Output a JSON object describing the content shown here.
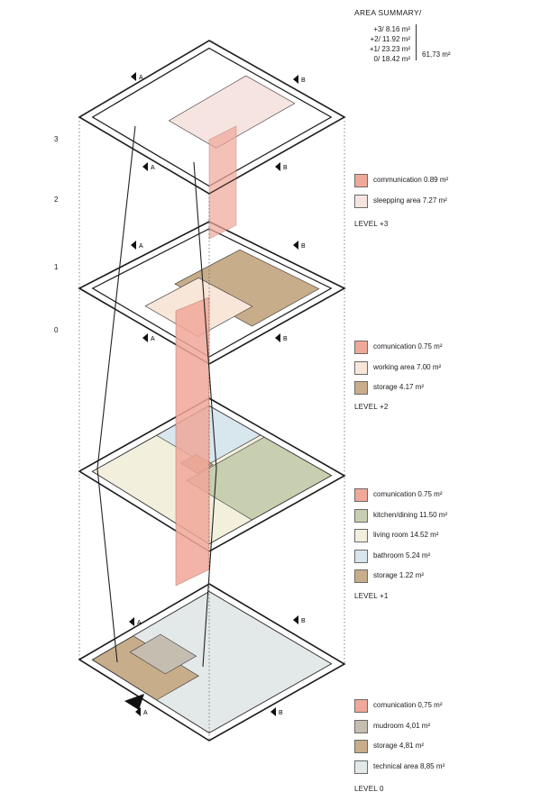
{
  "colors": {
    "communication": "#f0a89a",
    "sleeping": "#f5e4e0",
    "working": "#f8e6d8",
    "storage": "#c8ad8b",
    "kitchen": "#c7cfb0",
    "living": "#f3efdd",
    "bathroom": "#d8e6ee",
    "mudroom": "#c6bdb1",
    "technical": "#e3e8e8",
    "line": "#1a1a1a"
  },
  "summary": {
    "title": "AREA SUMMARY/",
    "rows": [
      "+3/ 8.16 m²",
      "+2/ 11.92 m²",
      "+1/ 23.23 m²",
      "0/ 18.42 m²"
    ],
    "total": "61,73 m²"
  },
  "level_numbers": [
    "3",
    "2",
    "1",
    "0"
  ],
  "legends": [
    {
      "level": "LEVEL +3",
      "items": [
        {
          "label": "communication 0.89 m²",
          "color_key": "communication"
        },
        {
          "label": "sleepping area 7.27 m²",
          "color_key": "sleeping"
        }
      ]
    },
    {
      "level": "LEVEL +2",
      "items": [
        {
          "label": "comunication 0.75 m²",
          "color_key": "communication"
        },
        {
          "label": "working area 7.00 m²",
          "color_key": "working"
        },
        {
          "label": "storage 4.17 m²",
          "color_key": "storage"
        }
      ]
    },
    {
      "level": "LEVEL +1",
      "items": [
        {
          "label": "comunication 0.75 m²",
          "color_key": "communication"
        },
        {
          "label": "kitchen/dining 11.50 m²",
          "color_key": "kitchen"
        },
        {
          "label": "living room 14.52 m²",
          "color_key": "living"
        },
        {
          "label": "bathroom 5.24 m²",
          "color_key": "bathroom"
        },
        {
          "label": "storage 1.22 m²",
          "color_key": "storage"
        }
      ]
    },
    {
      "level": "LEVEL 0",
      "items": [
        {
          "label": "comunication 0,75 m²",
          "color_key": "communication"
        },
        {
          "label": "mudroom 4,01 m²",
          "color_key": "mudroom"
        },
        {
          "label": "storage 4,81 m²",
          "color_key": "storage"
        },
        {
          "label": "technical area 8,85 m²",
          "color_key": "technical"
        }
      ]
    }
  ],
  "section_markers": [
    "A",
    "B"
  ]
}
